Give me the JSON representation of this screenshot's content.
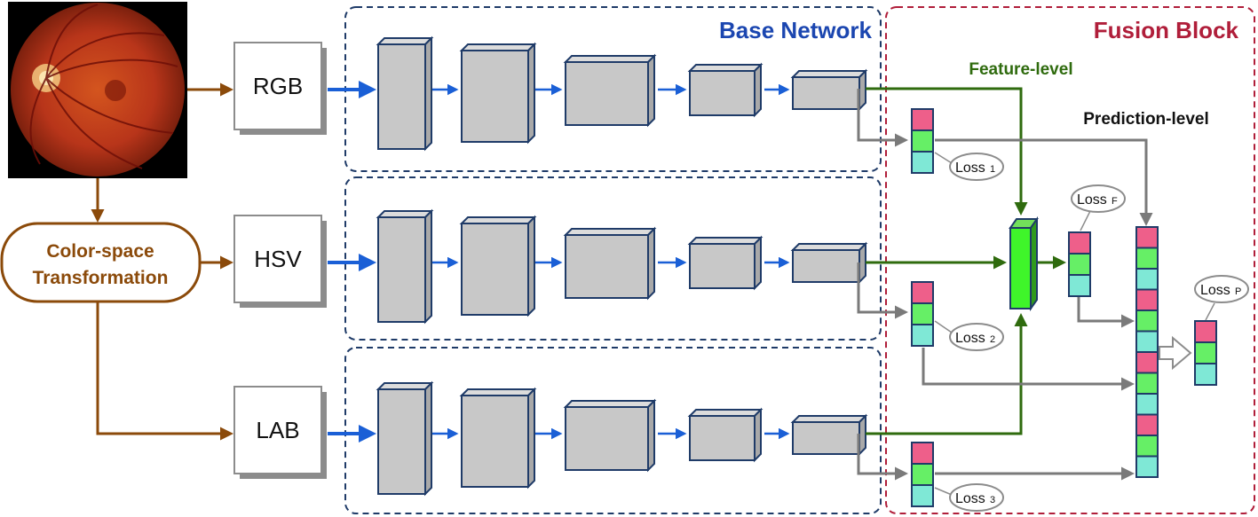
{
  "labels": {
    "base_network": "Base Network",
    "fusion_block": "Fusion Block",
    "feature_level": "Feature-level",
    "prediction_level": "Prediction-level",
    "color_space_line1": "Color-space",
    "color_space_line2": "Transformation"
  },
  "color_spaces": [
    "RGB",
    "HSV",
    "LAB"
  ],
  "losses": {
    "loss1_main": "Loss",
    "loss1_sub": "1",
    "loss2_main": "Loss",
    "loss2_sub": "2",
    "loss3_main": "Loss",
    "loss3_sub": "3",
    "lossF_main": "Loss",
    "lossF_sub": "F",
    "lossP_main": "Loss",
    "lossP_sub": "P"
  },
  "colors": {
    "base_network_title": "#1b46b0",
    "fusion_block_title": "#b01e3a",
    "feature_level": "#2f6b0e",
    "prediction_level": "#111111",
    "color_space_transform": "#8b4a0a",
    "pink_cell": "#ee5f8a",
    "green_cell": "#66ef66",
    "cyan_cell": "#7fe8d6"
  }
}
